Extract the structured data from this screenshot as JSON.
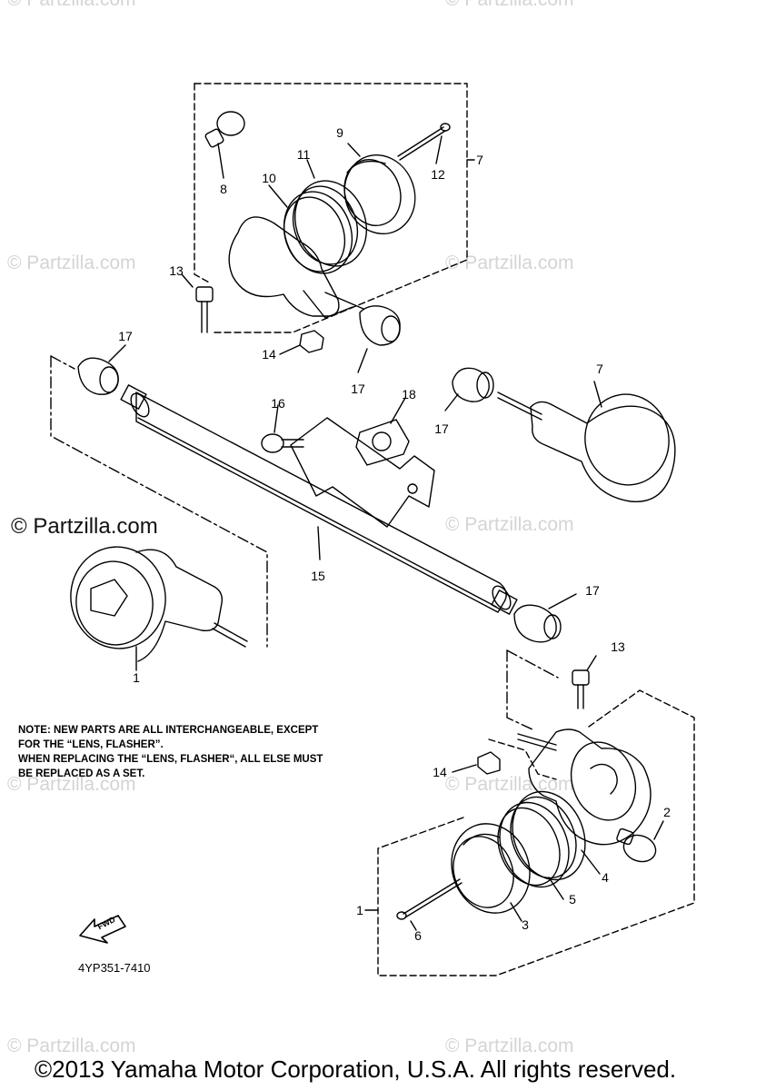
{
  "watermark": {
    "text": "© Partzilla.com",
    "main_text": "© Partzilla.com"
  },
  "callouts": [
    "1",
    "2",
    "3",
    "4",
    "5",
    "6",
    "7",
    "8",
    "9",
    "10",
    "11",
    "12",
    "13",
    "14",
    "15",
    "16",
    "17",
    "18",
    "7",
    "13",
    "14",
    "17",
    "17",
    "17",
    "1"
  ],
  "note": {
    "lines": [
      "NOTE: NEW PARTS ARE ALL INTERCHANGEABLE, EXCEPT",
      "FOR THE “LENS, FLASHER”.",
      "WHEN REPLACING THE “LENS, FLASHER“, ALL ELSE MUST",
      "BE REPLACED AS A SET."
    ]
  },
  "fwd_label": "FWD",
  "diagram_code": "4YP351-7410",
  "copyright": "©2013 Yamaha Motor Corporation, U.S.A. All rights reserved."
}
